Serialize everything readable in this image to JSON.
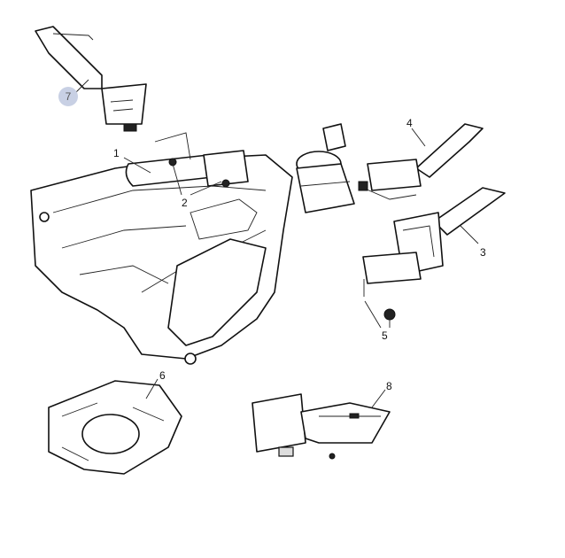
{
  "diagram": {
    "callouts": [
      {
        "id": "1",
        "label": "1"
      },
      {
        "id": "2",
        "label": "2"
      },
      {
        "id": "3",
        "label": "3"
      },
      {
        "id": "4",
        "label": "4"
      },
      {
        "id": "5",
        "label": "5"
      },
      {
        "id": "6",
        "label": "6"
      },
      {
        "id": "7",
        "label": "7",
        "highlighted": true
      },
      {
        "id": "8",
        "label": "8"
      }
    ],
    "colors": {
      "highlight": "#c8d0e4",
      "line": "#111111"
    }
  }
}
